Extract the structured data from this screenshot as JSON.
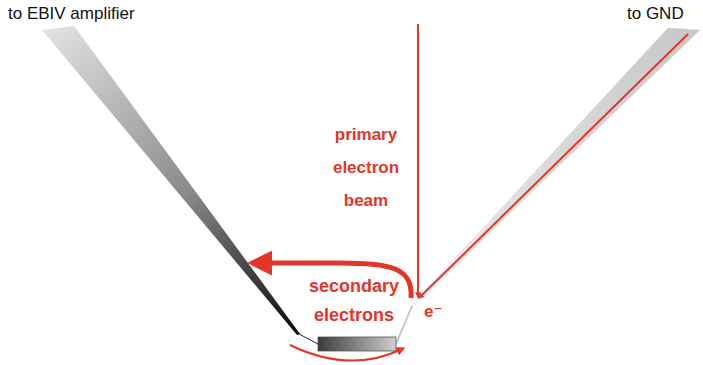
{
  "diagram": {
    "labels": [
      "to EBIV amplifier",
      "to GND",
      "primary electron beam",
      "secondary electrons",
      "e⁻"
    ]
  }
}
